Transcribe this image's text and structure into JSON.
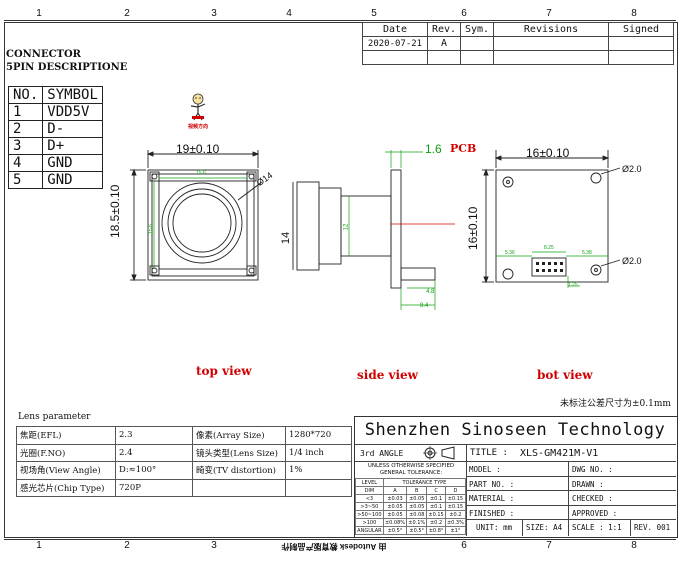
{
  "zones": {
    "top": [
      "1",
      "2",
      "3",
      "4",
      "5",
      "6",
      "7",
      "8"
    ],
    "bottom": [
      "1",
      "2",
      "3",
      "4",
      "5",
      "6",
      "7",
      "8"
    ]
  },
  "revision_table": {
    "headers": [
      "Date",
      "Rev.",
      "Sym.",
      "Revisions",
      "Signed"
    ],
    "row": [
      "2020-07-21",
      "A",
      "",
      "",
      ""
    ]
  },
  "connector": {
    "title": "CONNECTOR",
    "subtitle": "5PIN DESCRIPTIONE",
    "headers": [
      "NO.",
      "SYMBOL"
    ],
    "rows": [
      [
        "1",
        "VDD5V"
      ],
      [
        "2",
        "D-"
      ],
      [
        "3",
        "D+"
      ],
      [
        "4",
        "GND"
      ],
      [
        "5",
        "GND"
      ]
    ]
  },
  "top_view": {
    "mascot_caption": "视频方向",
    "width_dim": "19±0.10",
    "height_dim": "18.5±0.10",
    "lens_dia": "Ø14",
    "inner_w": "15.6",
    "inner_h": "15.6",
    "label": "top view"
  },
  "side_view": {
    "pcb_thickness": "1.6",
    "pcb_label": "PCB",
    "height_dim": "14",
    "depth_dim": "12",
    "conn_w1": "4.8",
    "conn_w2": "8.4",
    "label": "side view"
  },
  "bottom_view": {
    "width_dim": "16±0.10",
    "height_dim": "16±0.10",
    "hole1": "Ø2.0",
    "hole2": "Ø2.0",
    "d1": "5.36",
    "d2": "8.25",
    "d3": "5.38",
    "d4": "1.25",
    "label": "bot view"
  },
  "tolerance_note": "未标注公差尺寸为±0.1mm",
  "lens": {
    "title": "Lens parameter",
    "rows": [
      [
        "焦距(EFL)",
        "2.3",
        "像素(Array Size)",
        "1280*720"
      ],
      [
        "光圈(F.NO)",
        "2.4",
        "镜头类型(Lens Size)",
        "1/4 inch"
      ],
      [
        "视场角(View Angle)",
        "D:≈100°",
        "畸变(TV distortion)",
        "1%"
      ],
      [
        "感光芯片(Chip Type)",
        "720P",
        "",
        ""
      ]
    ]
  },
  "title_block": {
    "company": "Shenzhen Sinoseen Technology",
    "angle": "3rd ANGLE",
    "title_label": "TITLE :",
    "title_value": "XLS-GM421M-V1",
    "tol_header1": "UNLESS OTHERWISE SPECIFIED",
    "tol_header2": "GENERAL TOLERANCE:",
    "tol_level": "LEVEL",
    "tol_type": "TOLERANCE TYPE",
    "tol_cols": [
      "DIM",
      "A",
      "B",
      "C",
      "D"
    ],
    "tol_rows": [
      [
        "<3",
        "±0.03",
        "±0.05",
        "±0.1",
        "±0.15"
      ],
      [
        ">3~50",
        "±0.05",
        "±0.05",
        "±0.1",
        "±0.15"
      ],
      [
        ">50~100",
        "±0.05",
        "±0.08",
        "±0.15",
        "±0.2"
      ],
      [
        ">100",
        "±0.08%",
        "±0.1%",
        "±0.2",
        "±0.3%"
      ],
      [
        "ANGULAR",
        "±0.5°",
        "±0.5°",
        "±0.8°",
        "±1°"
      ]
    ],
    "fields": {
      "model": "MODEL :",
      "dwg_no": "DWG NO. :",
      "part_no": "PART NO. :",
      "drawn": "DRAWN :",
      "material": "MATERIAL :",
      "checked": "CHECKED :",
      "finished": "FINISHED :",
      "approved": "APPROVED :",
      "unit": "UNIT:",
      "unit_val": "mm",
      "size": "SIZE:",
      "size_val": "A4",
      "scale": "SCALE :",
      "scale_val": "1:1",
      "rev": "REV. 001"
    }
  },
  "footer_watermark": "由 Autodesk 教育版产品制作"
}
